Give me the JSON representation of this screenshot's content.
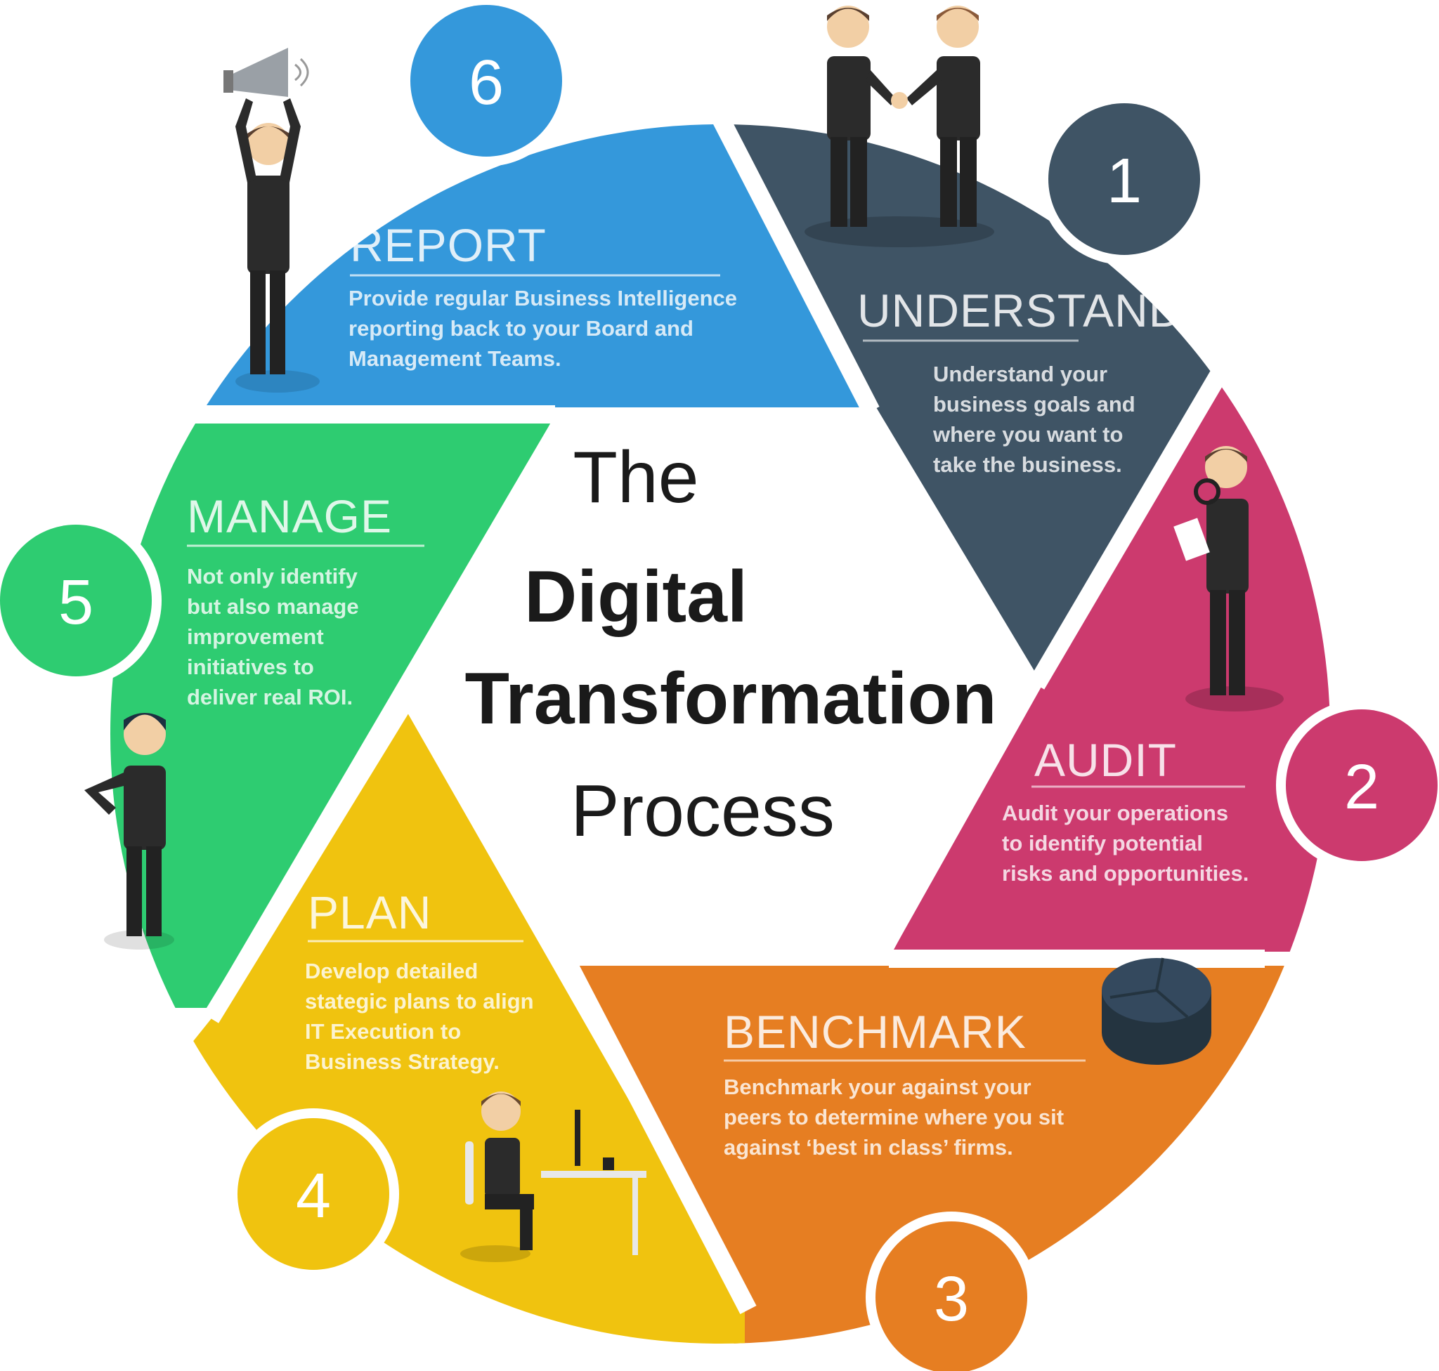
{
  "title": {
    "line1": "The",
    "line2": "Digital",
    "line3": "Transformation",
    "line4": "Process"
  },
  "colors": {
    "understand": "#3f5465",
    "audit": "#cc3a6e",
    "benchmark": "#e67e22",
    "plan": "#f0c30f",
    "manage": "#2ecc71",
    "report": "#3498db"
  },
  "steps": [
    {
      "number": "1",
      "title": "UNDERSTAND",
      "desc": [
        "Understand your",
        "business goals and",
        "where you want to",
        "take the business."
      ],
      "icon": "handshake-figures"
    },
    {
      "number": "2",
      "title": "AUDIT",
      "desc": [
        "Audit your operations",
        "to identify potential",
        "risks and opportunities."
      ],
      "icon": "magnifier-figure"
    },
    {
      "number": "3",
      "title": "BENCHMARK",
      "desc": [
        "Benchmark your against your",
        "peers to determine  where you sit",
        "against ‘best in class’ firms."
      ],
      "icon": "pie-chart"
    },
    {
      "number": "4",
      "title": "PLAN",
      "desc": [
        "Develop detailed",
        "stategic plans to align",
        "IT Execution to",
        "Business Strategy."
      ],
      "icon": "desk-worker"
    },
    {
      "number": "5",
      "title": "MANAGE",
      "desc": [
        "Not only identify",
        "but also manage",
        "improvement",
        "initiatives to",
        "deliver real ROI."
      ],
      "icon": "manager-figure"
    },
    {
      "number": "6",
      "title": "REPORT",
      "desc": [
        "Provide regular Business Intelligence",
        "reporting back to your Board and",
        "Management Teams."
      ],
      "icon": "megaphone-figure"
    }
  ]
}
